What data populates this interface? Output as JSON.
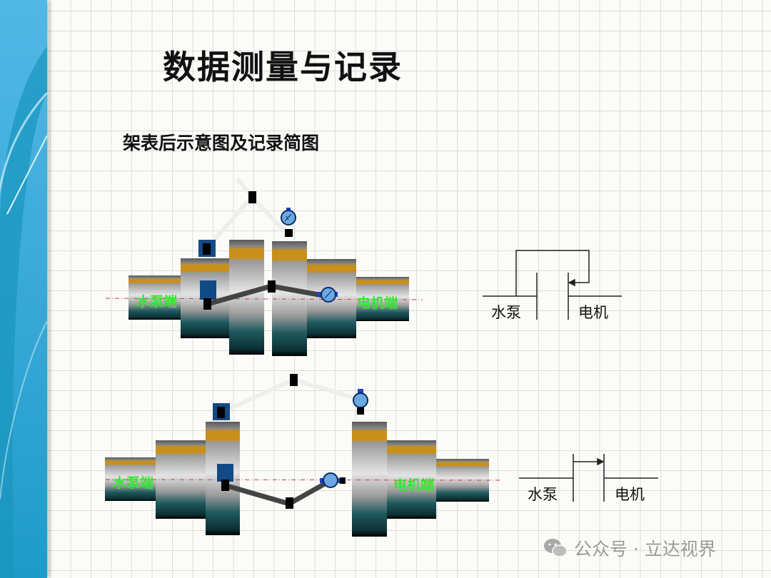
{
  "slide": {
    "title": "数据测量与记录",
    "subtitle": "架表后示意图及记录简图"
  },
  "diagram_top": {
    "pump_end_label": "水泵端",
    "motor_end_label": "电机端",
    "schematic_pump_label": "水泵",
    "schematic_motor_label": "电机"
  },
  "diagram_bottom": {
    "pump_end_label": "水泵端",
    "motor_end_label": "电机端",
    "schematic_pump_label": "水泵",
    "schematic_motor_label": "电机"
  },
  "watermark": {
    "text": "公众号 · 立达视界",
    "icon": "wechat-icon"
  },
  "colors": {
    "sidebar": "#3aa8d6",
    "label_green": "#33e633",
    "band_orange": "#c8901a",
    "bracket_blue": "#124a86"
  }
}
